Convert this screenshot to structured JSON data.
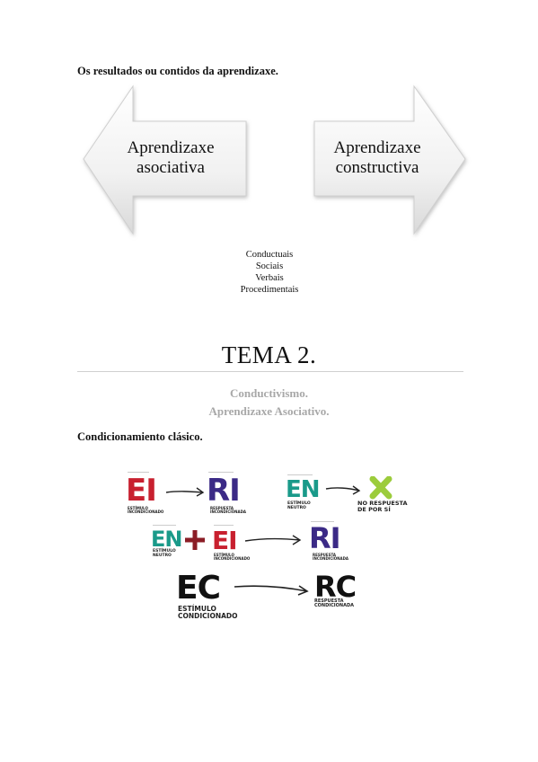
{
  "heading": "Os resultados ou contidos da aprendizaxe.",
  "arrows": {
    "left": {
      "line1": "Aprendizaxe",
      "line2": "asociativa"
    },
    "right": {
      "line1": "Aprendizaxe",
      "line2": "constructiva"
    }
  },
  "contents_list": [
    "Conductuais",
    "Sociais",
    "Verbais",
    "Procedimentais"
  ],
  "tema_title": "TEMA 2.",
  "subtitle": {
    "line1": "Conductivismo.",
    "line2": "Aprendizaxe Asociativo."
  },
  "section_heading": "Condicionamiento clásico.",
  "diagram": {
    "colors": {
      "red": "#c8202f",
      "purple": "#3b2a86",
      "teal": "#1a9a8a",
      "green": "#9ccc3c",
      "black": "#111111"
    },
    "row1_left": {
      "ei": "EI",
      "ei_label": "ESTÍMULO\nINCONDICIONADO",
      "ri": "RI",
      "ri_label": "RESPUESTA\nINCONDICIONADA"
    },
    "row1_right": {
      "en": "EN",
      "en_label": "ESTÍMULO\nNEUTRO",
      "no_label": "NO RESPUESTA\nDE POR SÍ"
    },
    "row2": {
      "en": "EN",
      "en_label": "ESTÍMULO\nNEUTRO",
      "ei": "EI",
      "ei_label": "ESTÍMULO\nINCONDICIONADO",
      "ri": "RI",
      "ri_label": "RESPUESTA\nINCONDICIONADA"
    },
    "row3": {
      "ec": "EC",
      "ec_label": "ESTÍMULO\nCONDICIONADO",
      "rc": "RC",
      "rc_label": "RESPUESTA\nCONDICIONADA"
    }
  }
}
